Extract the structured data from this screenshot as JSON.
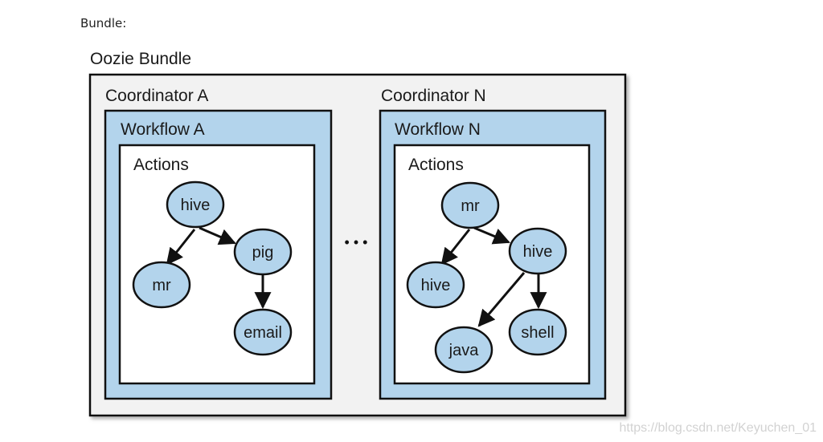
{
  "caption": "Bundle:",
  "bundle": {
    "title": "Oozie Bundle",
    "coordinators": [
      {
        "title": "Coordinator A",
        "workflow": {
          "title": "Workflow A",
          "actions_title": "Actions",
          "nodes": [
            "hive",
            "pig",
            "mr",
            "email"
          ],
          "edges": [
            [
              "hive",
              "mr"
            ],
            [
              "hive",
              "pig"
            ],
            [
              "pig",
              "email"
            ]
          ]
        }
      },
      {
        "title": "Coordinator N",
        "workflow": {
          "title": "Workflow N",
          "actions_title": "Actions",
          "nodes": [
            "mr",
            "hive",
            "hive",
            "java",
            "shell"
          ],
          "edges": [
            [
              "mr",
              "hive"
            ],
            [
              "mr",
              "hive"
            ],
            [
              "hive",
              "java"
            ],
            [
              "hive",
              "shell"
            ]
          ]
        }
      }
    ],
    "separator": "• • •"
  },
  "watermark": "https://blog.csdn.net/Keyuchen_01",
  "colors": {
    "node_fill": "#b3d4ec",
    "workflow_fill": "#b3d4ec",
    "bundle_fill": "#f2f2f2",
    "stroke": "#111111"
  }
}
